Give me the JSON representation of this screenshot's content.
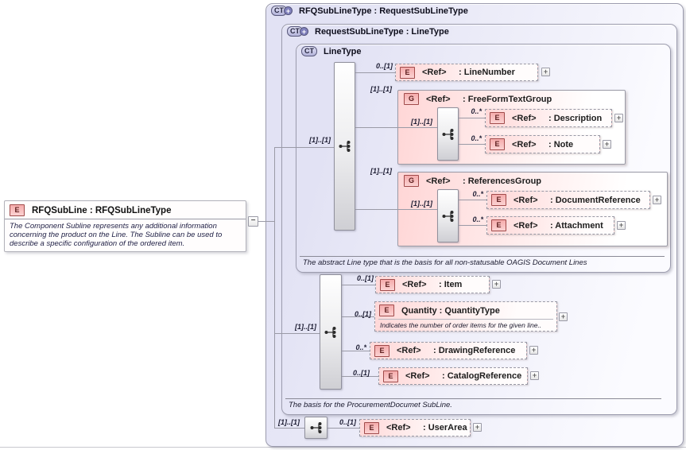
{
  "left_element": {
    "badge": "E",
    "title": "RFQSubLine : RFQSubLineType",
    "annotation": "The Component Subline represents any additional information concerning the product on the Line.  The Subline can be used to describe a specific configuration of the ordered item.",
    "collapse": "−"
  },
  "containers": {
    "rfq": {
      "badge": "CT",
      "plus": "+",
      "title": "RFQSubLineType : RequestSubLineType"
    },
    "request": {
      "badge": "CT",
      "plus": "+",
      "title": "RequestSubLineType : LineType",
      "annotation": "The basis for the ProcurementDocumet SubLine."
    },
    "linetype": {
      "badge": "CT",
      "title": "LineType",
      "annotation": "The abstract Line type that is the basis for all non-statusable OAGIS Document Lines"
    }
  },
  "sequences": {
    "line": {
      "card": "[1]..[1]"
    },
    "request": {
      "card": "[1]..[1]"
    },
    "rfq": {
      "card": "[1]..[1]"
    }
  },
  "elements": {
    "line_number": {
      "card": "0..[1]",
      "badge": "E",
      "ref": "<Ref>",
      "label": ": LineNumber",
      "expand": "+"
    },
    "freeform_group": {
      "card": "[1]..[1]",
      "badge": "G",
      "ref": "<Ref>",
      "label": ": FreeFormTextGroup",
      "seq_card": "[1]..[1]"
    },
    "description": {
      "card": "0..*",
      "badge": "E",
      "ref": "<Ref>",
      "label": ": Description",
      "expand": "+"
    },
    "note": {
      "card": "0..*",
      "badge": "E",
      "ref": "<Ref>",
      "label": ": Note",
      "expand": "+"
    },
    "references_group": {
      "card": "[1]..[1]",
      "badge": "G",
      "ref": "<Ref>",
      "label": ": ReferencesGroup",
      "seq_card": "[1]..[1]"
    },
    "document_reference": {
      "card": "0..*",
      "badge": "E",
      "ref": "<Ref>",
      "label": ": DocumentReference",
      "expand": "+"
    },
    "attachment": {
      "card": "0..*",
      "badge": "E",
      "ref": "<Ref>",
      "label": ": Attachment",
      "expand": "+"
    },
    "item": {
      "card": "0..[1]",
      "badge": "E",
      "ref": "<Ref>",
      "label": ": Item",
      "expand": "+"
    },
    "quantity": {
      "card": "0..[1]",
      "badge": "E",
      "title": "Quantity : QuantityType",
      "annotation": "Indicates the number of order items for the given line..",
      "expand": "+"
    },
    "drawing_reference": {
      "card": "0..*",
      "badge": "E",
      "ref": "<Ref>",
      "label": ": DrawingReference",
      "expand": "+"
    },
    "catalog_reference": {
      "card": "0..[1]",
      "badge": "E",
      "ref": "<Ref>",
      "label": ": CatalogReference",
      "expand": "+"
    },
    "user_area": {
      "card": "0..[1]",
      "badge": "E",
      "ref": "<Ref>",
      "label": ": UserArea",
      "expand": "+"
    }
  },
  "colors": {
    "container_fill": "#e2e2f4",
    "container_border": "#9c9cae",
    "element_fill": "#ffd8d8",
    "badge_border": "#a04a4a",
    "badge_fill": "#f5acac",
    "connector": "#9a9aa6"
  }
}
